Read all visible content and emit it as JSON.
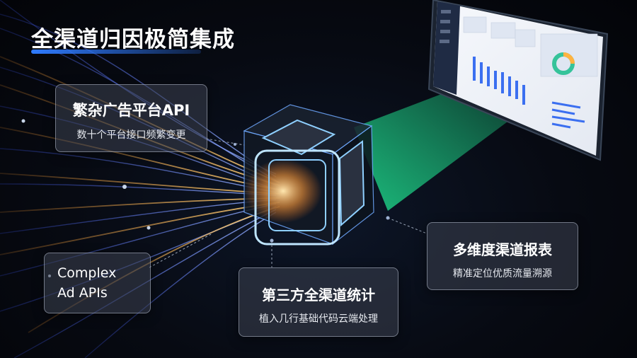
{
  "headline": "全渠道归因极简集成",
  "cards": [
    {
      "title": "繁杂广告平台API",
      "subtitle": "数十个平台接口频繁变更"
    },
    {
      "title_lines": [
        "Complex",
        "Ad APIs"
      ]
    },
    {
      "title": "第三方全渠道统计",
      "subtitle": "植入几行基础代码云端处理"
    },
    {
      "title": "多维度渠道报表",
      "subtitle": "精准定位优质流量溯源"
    }
  ],
  "colors": {
    "accent": "#2f7bff",
    "beam": "#22e08a",
    "glow": "#8fd0ff",
    "flow_warm": "#ffb347",
    "flow_cool": "#4a6cff"
  }
}
